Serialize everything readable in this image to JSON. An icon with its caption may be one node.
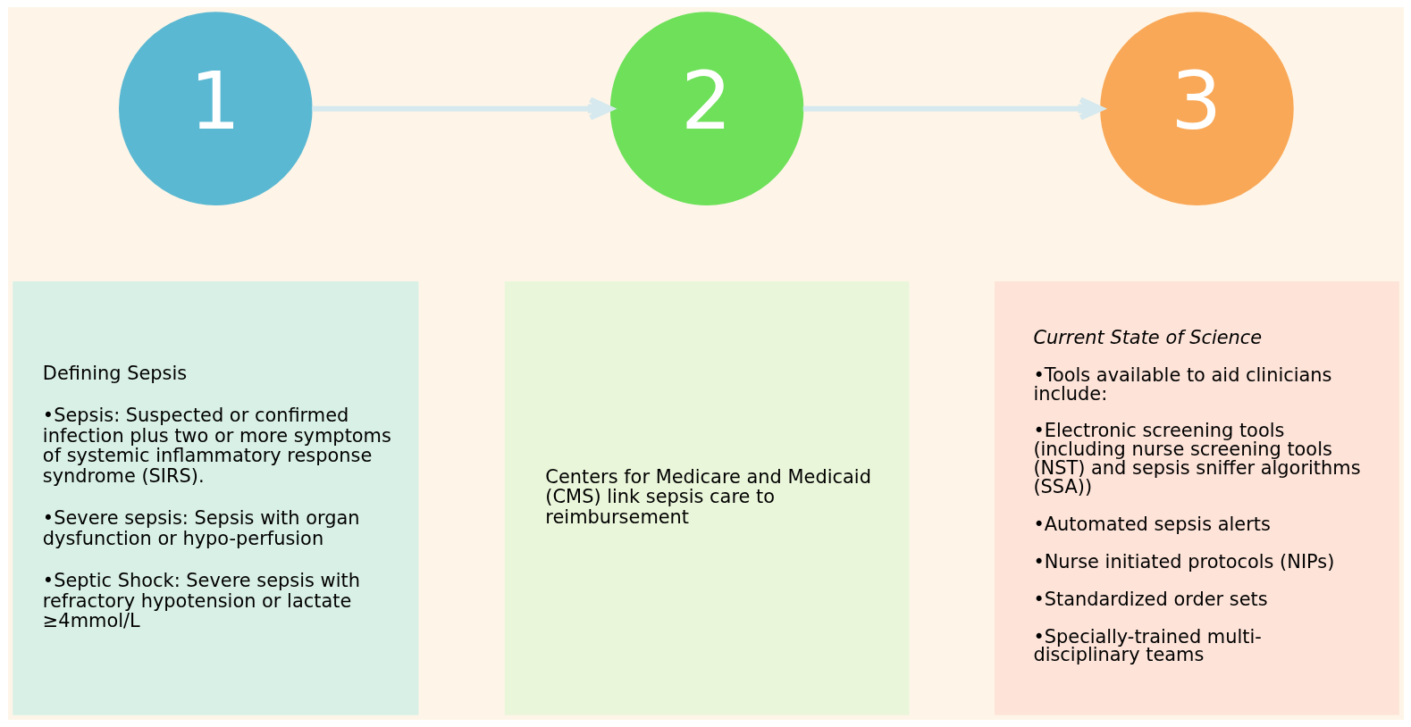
{
  "diagram": {
    "nodes": [
      {
        "text": [
          "1"
        ]
      },
      {
        "text": [
          "2"
        ]
      },
      {
        "text": [
          "3"
        ]
      },
      {
        "text": [
          "Defining Sepsis",
          "•Sepsis: Suspected or confirmed infection plus two or more symptoms of systemic inflammatory response syndrome (SIRS).",
          "•Severe sepsis: Sepsis with organ dysfunction or hypo-perfusion",
          "•Septic Shock: Severe sepsis with refractory hypotension or lactate ≥4mmol/L"
        ]
      },
      {
        "text": [
          "Centers for Medicare and Medicaid (CMS) link sepsis care to reimbursement"
        ]
      },
      {
        "text": [
          "Current State of Science",
          "•Tools available to aid clinicians include:",
          "•Electronic screening tools (including nurse screening tools (NST) and sepsis sniffer algorithms (SSA))",
          "•Automated sepsis alerts",
          "•Nurse initiated protocols (NIPs)",
          "•Standardized order sets",
          "•Specially-trained multi-disciplinary teams"
        ]
      }
    ],
    "edges": [
      {
        "from": 0,
        "to": 1,
        "arrow": "to"
      },
      {
        "from": 1,
        "to": 2,
        "arrow": "to"
      }
    ]
  }
}
